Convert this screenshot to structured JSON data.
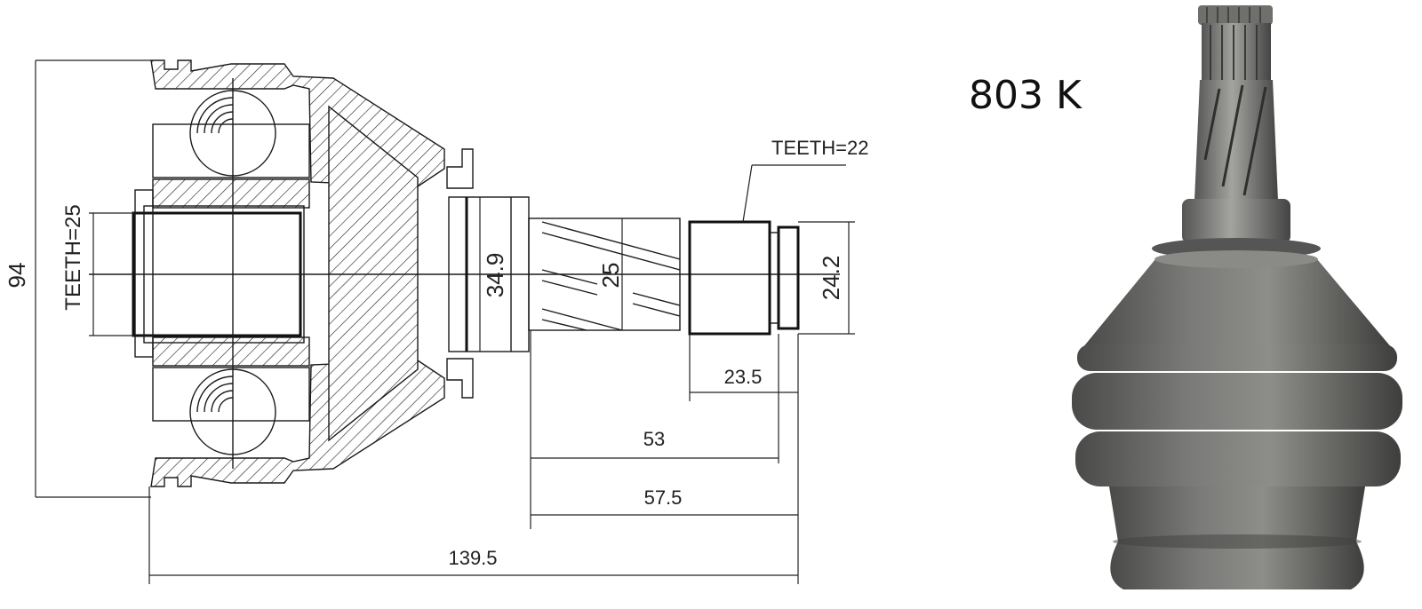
{
  "part": {
    "code": "803 K"
  },
  "drawing": {
    "teeth_left": "TEETH=25",
    "teeth_right": "TEETH=22",
    "dim_overall_height": "94",
    "dim_flange_diameter": "34.9",
    "dim_shaft_diameter": "25",
    "dim_spline_diameter": "24.2",
    "dim_spline_length": "23.5",
    "dim_53": "53",
    "dim_57_5": "57.5",
    "dim_total_length": "139.5"
  },
  "colors": {
    "line": "#1a1a1a",
    "boot": "#6e6e6c",
    "boot_dark": "#4a4a48",
    "metal": "#8a8a86"
  }
}
